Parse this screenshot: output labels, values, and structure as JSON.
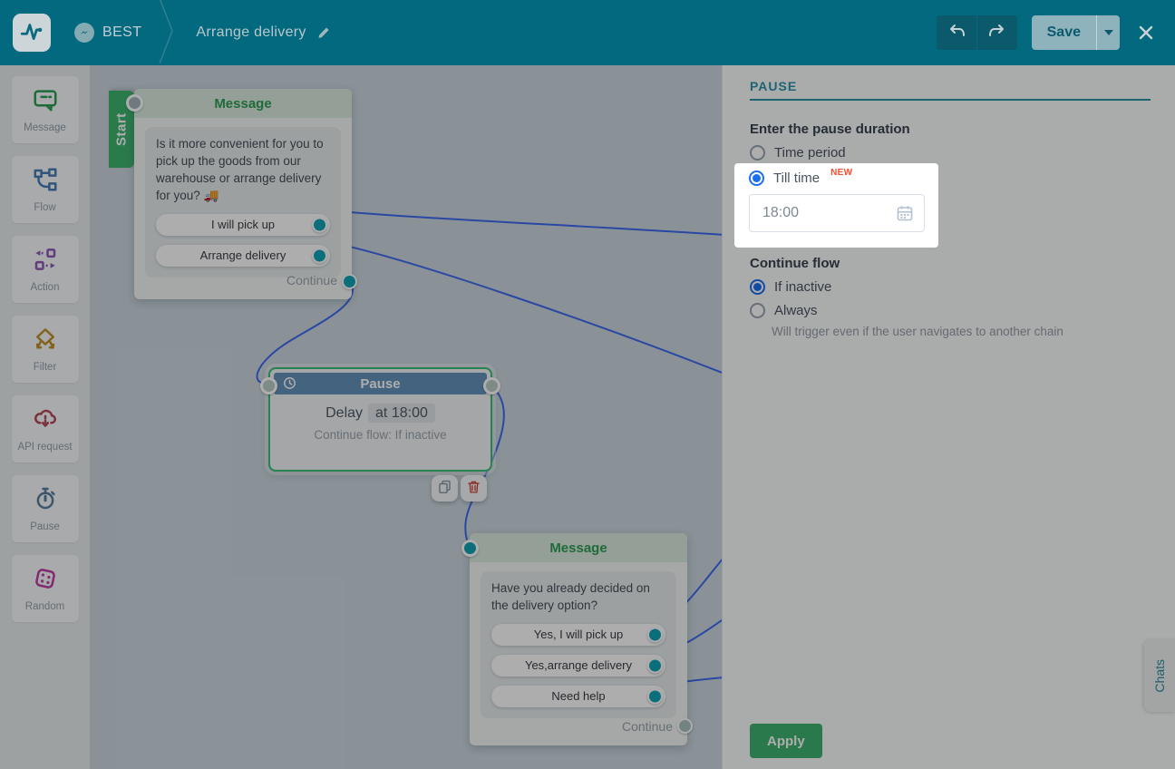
{
  "topbar": {
    "bot_name": "BEST",
    "flow_title": "Arrange delivery",
    "save_label": "Save"
  },
  "sidebar": {
    "items": [
      {
        "label": "Message",
        "icon": "message-icon",
        "color": "#2f9e55"
      },
      {
        "label": "Flow",
        "icon": "flow-icon",
        "color": "#4a7fb5"
      },
      {
        "label": "Action",
        "icon": "action-icon",
        "color": "#8e5bb8"
      },
      {
        "label": "Filter",
        "icon": "filter-icon",
        "color": "#c0922c"
      },
      {
        "label": "API request",
        "icon": "api-request-icon",
        "color": "#b5485a"
      },
      {
        "label": "Pause",
        "icon": "pause-icon",
        "color": "#5b7fa0"
      },
      {
        "label": "Random",
        "icon": "random-icon",
        "color": "#bf3fa6"
      }
    ]
  },
  "canvas": {
    "nodes": {
      "start_message": {
        "tab": "Start",
        "type": "Message",
        "text": "Is it more convenient for you to pick up the goods from our warehouse or arrange delivery for you? 🚚",
        "buttons": [
          "I will pick up",
          "Arrange delivery"
        ],
        "continue_label": "Continue"
      },
      "pause": {
        "type": "Pause",
        "delay_label": "Delay",
        "delay_value": "at 18:00",
        "continue_note": "Continue flow: If inactive"
      },
      "message2": {
        "type": "Message",
        "text": "Have you already decided on the delivery option?",
        "buttons": [
          "Yes, I will pick up",
          "Yes,arrange delivery",
          "Need help"
        ],
        "continue_label": "Continue"
      }
    }
  },
  "panel": {
    "title": "PAUSE",
    "duration_heading": "Enter the pause duration",
    "option_time_period": "Time period",
    "option_till_time": "Till time",
    "new_badge": "NEW",
    "time_value": "18:00",
    "continue_heading": "Continue flow",
    "option_if_inactive": "If inactive",
    "option_always": "Always",
    "always_note": "Will trigger even if the user navigates to another chain",
    "apply_label": "Apply"
  },
  "chats_tab": {
    "label": "Chats"
  },
  "colors": {
    "topbar_teal": "#02697e",
    "accent_teal": "#2d93a8",
    "green": "#3db370",
    "node_select_green": "#35c178",
    "radio_blue": "#1a6ff0",
    "badge_red": "#f4502f",
    "connection_blue": "#3f6af0",
    "port_teal": "#0fa3b5"
  }
}
